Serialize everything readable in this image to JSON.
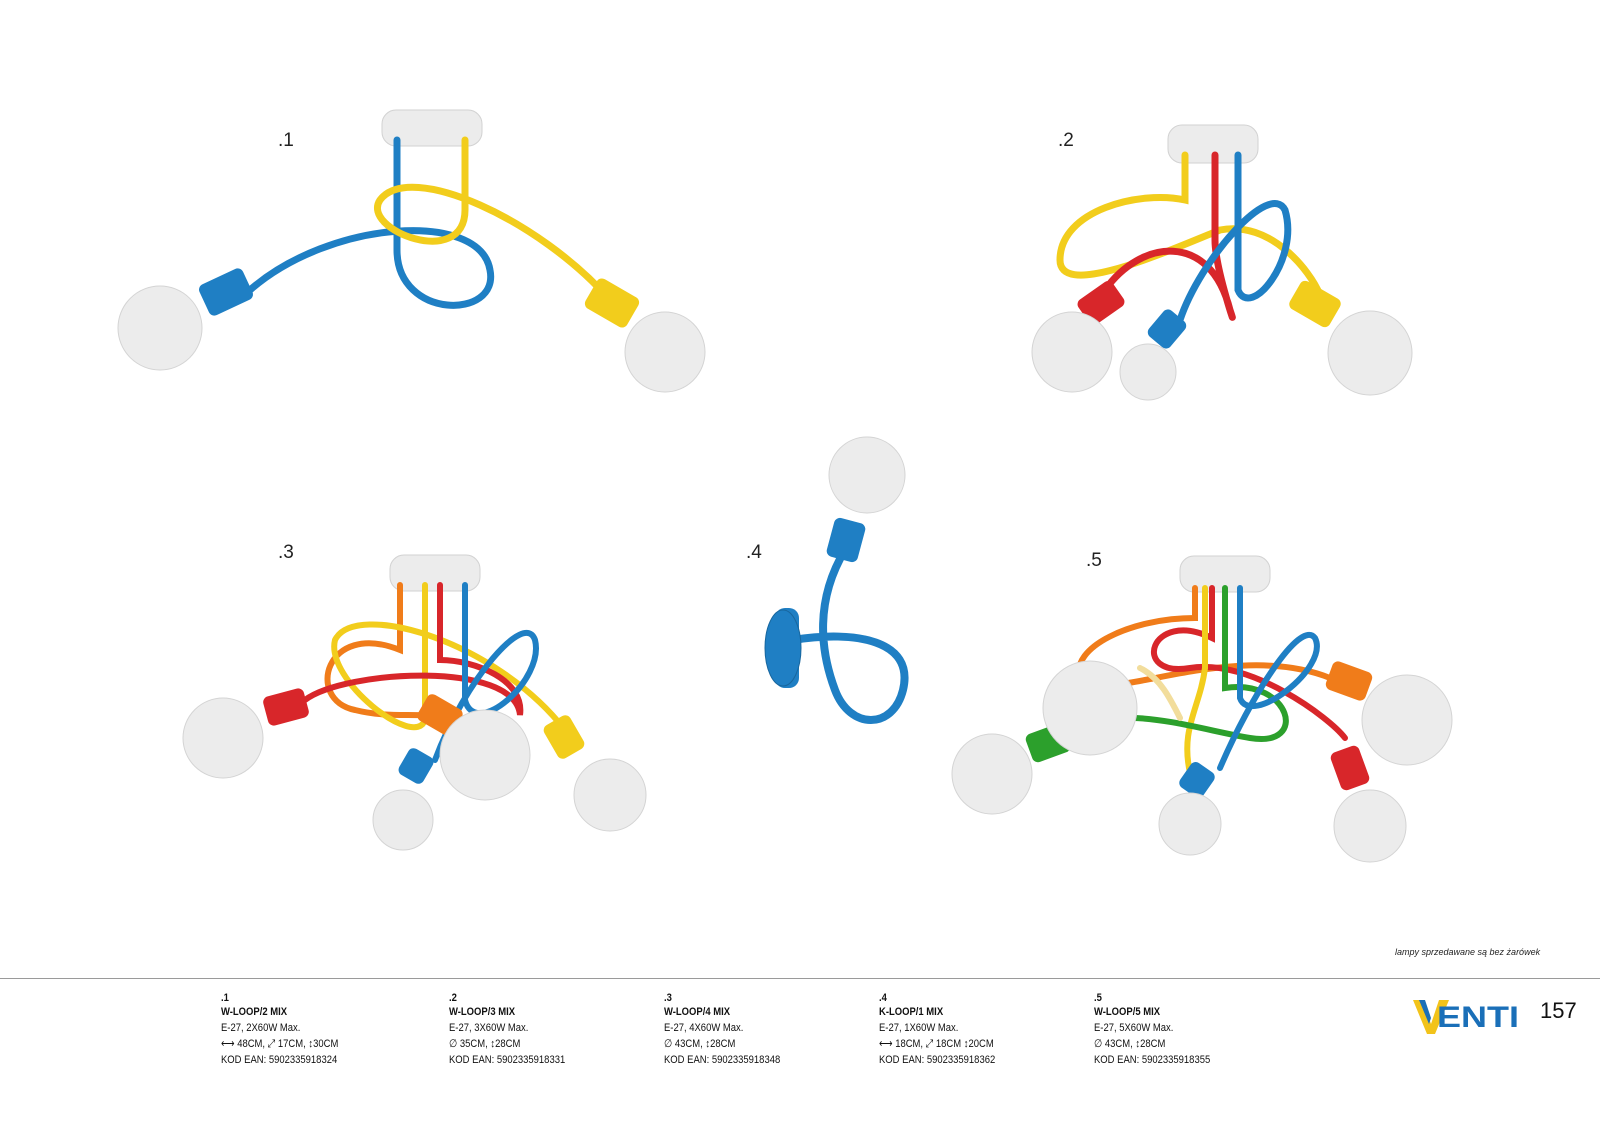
{
  "colors": {
    "blue": "#1f7fc4",
    "yellow": "#f2cd1c",
    "red": "#d8262a",
    "orange": "#f07c1a",
    "green": "#2ca02c",
    "cream": "#f2dd9c",
    "canopy": "#ececec",
    "bulb": "#ececec",
    "logo_blue": "#1a6fb8",
    "logo_yellow": "#f2c31a"
  },
  "figures": [
    {
      "label": ".1"
    },
    {
      "label": ".2"
    },
    {
      "label": ".3"
    },
    {
      "label": ".4"
    },
    {
      "label": ".5"
    }
  ],
  "note": "lampy sprzedawane są bez żarówek",
  "products": [
    {
      "number": ".1",
      "name": "W-LOOP/2 MIX",
      "power": "E-27, 2X60W Max.",
      "dims": "⟷ 48CM, ⤢ 17CM, ↕30CM",
      "ean": "KOD EAN: 5902335918324"
    },
    {
      "number": ".2",
      "name": "W-LOOP/3 MIX",
      "power": "E-27, 3X60W Max.",
      "dims": "∅ 35CM, ↕28CM",
      "ean": "KOD EAN: 5902335918331"
    },
    {
      "number": ".3",
      "name": "W-LOOP/4 MIX",
      "power": "E-27, 4X60W Max.",
      "dims": "∅ 43CM, ↕28CM",
      "ean": "KOD EAN: 5902335918348"
    },
    {
      "number": ".4",
      "name": "K-LOOP/1 MIX",
      "power": "E-27, 1X60W Max.",
      "dims": "⟷ 18CM, ⤢ 18CM ↕20CM",
      "ean": "KOD EAN: 5902335918362"
    },
    {
      "number": ".5",
      "name": "W-LOOP/5 MIX",
      "power": "E-27, 5X60W Max.",
      "dims": "∅ 43CM, ↕28CM",
      "ean": "KOD EAN: 5902335918355"
    }
  ],
  "logo": {
    "text": "VENTI"
  },
  "page_number": "157"
}
